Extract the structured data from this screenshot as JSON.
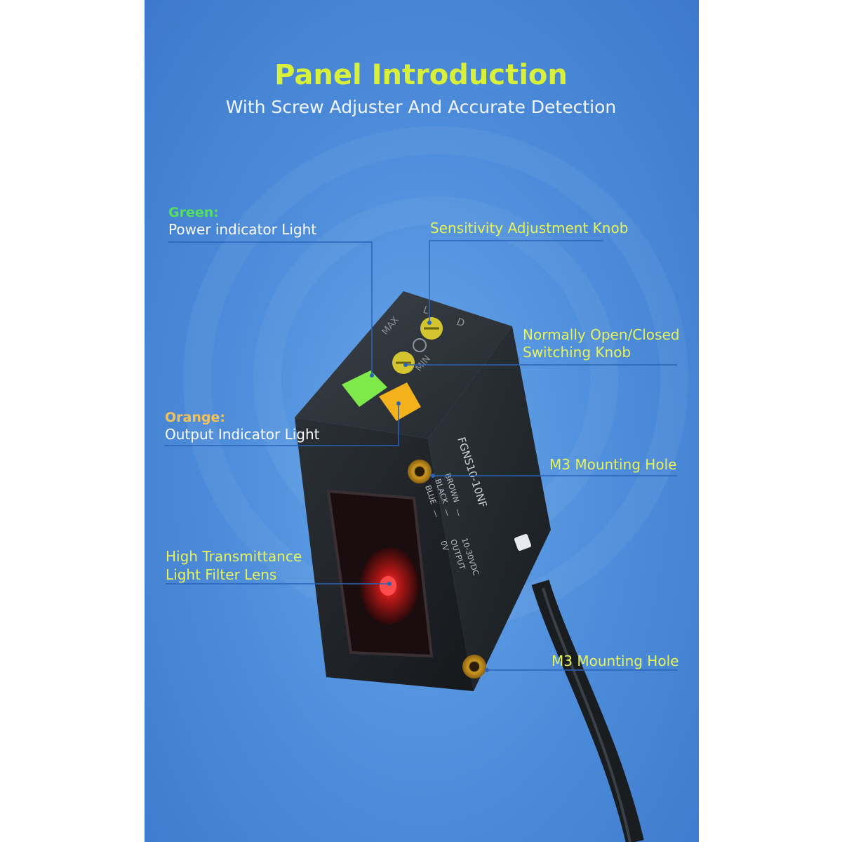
{
  "header": {
    "title": "Panel Introduction",
    "subtitle": "With Screw Adjuster  And Accurate Detection"
  },
  "labels": {
    "green_heading": "Green:",
    "power_indicator": "Power indicator Light",
    "sensitivity_knob": "Sensitivity Adjustment Knob",
    "switching_knob_line1": "Normally Open/Closed",
    "switching_knob_line2": "Switching Knob",
    "orange_heading": "Orange:",
    "output_indicator": "Output Indicator Light",
    "mounting_hole_1": "M3 Mounting Hole",
    "filter_lens_line1": "High Transmittance",
    "filter_lens_line2": "Light Filter Lens",
    "mounting_hole_2": "M3 Mounting Hole"
  },
  "device": {
    "model": "FGNS10-10NF",
    "max_mark": "MAX",
    "min_mark": "MIN",
    "l_mark": "L",
    "d_mark": "D",
    "wiring": [
      {
        "color": "BROWN",
        "dash": "—",
        "function": "10-30VDC"
      },
      {
        "color": "BLACK",
        "dash": "—",
        "function": "OUTPUT"
      },
      {
        "color": "BLUE",
        "dash": "—",
        "function": "0V"
      }
    ]
  },
  "colors": {
    "title": "#d8f03a",
    "label_highlight": "#e6f35a",
    "green_led": "#7fe84a",
    "orange_led": "#f3b21c",
    "housing": "#262b30"
  }
}
